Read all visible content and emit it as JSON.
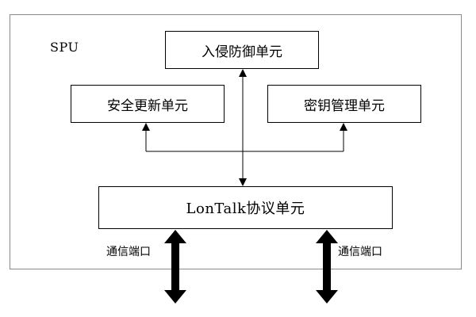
{
  "diagram": {
    "container_label": "SPU",
    "units": {
      "intrusion_defense": "入侵防御单元",
      "security_update": "安全更新单元",
      "key_management": "密钥管理单元",
      "lontalk_protocol": "LonTalk协议单元"
    },
    "ports": {
      "left": "通信端口",
      "right": "通信端口"
    }
  }
}
